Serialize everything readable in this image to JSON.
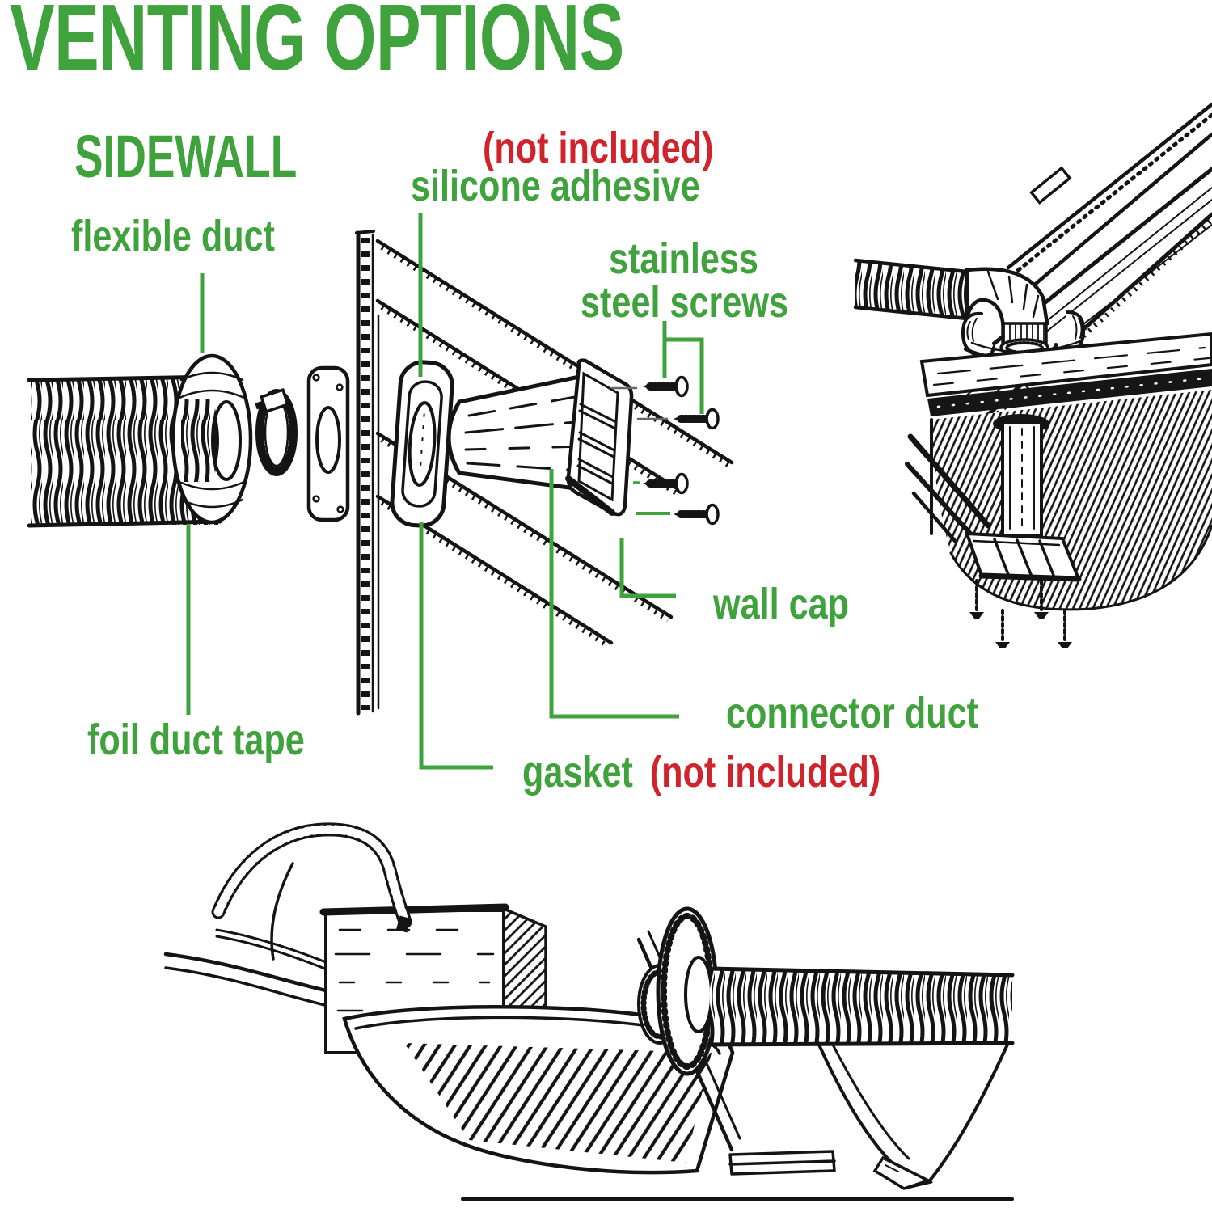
{
  "colors": {
    "label_green": "#3fa23c",
    "alert_red": "#d1232b",
    "ink": "#141414",
    "background": "#ffffff"
  },
  "title": "VENTING OPTIONS",
  "sidewall_section": {
    "heading": "SIDEWALL",
    "callouts": {
      "flexible_duct": "flexible duct",
      "silicone_note": "(not included)",
      "silicone_adhesive": "silicone adhesive",
      "stainless_line1": "stainless",
      "stainless_line2": "steel screws",
      "wall_cap": "wall cap",
      "connector_duct": "connector duct",
      "gasket": "gasket",
      "gasket_note": "(not included)",
      "foil_duct_tape": "foil duct tape"
    }
  }
}
